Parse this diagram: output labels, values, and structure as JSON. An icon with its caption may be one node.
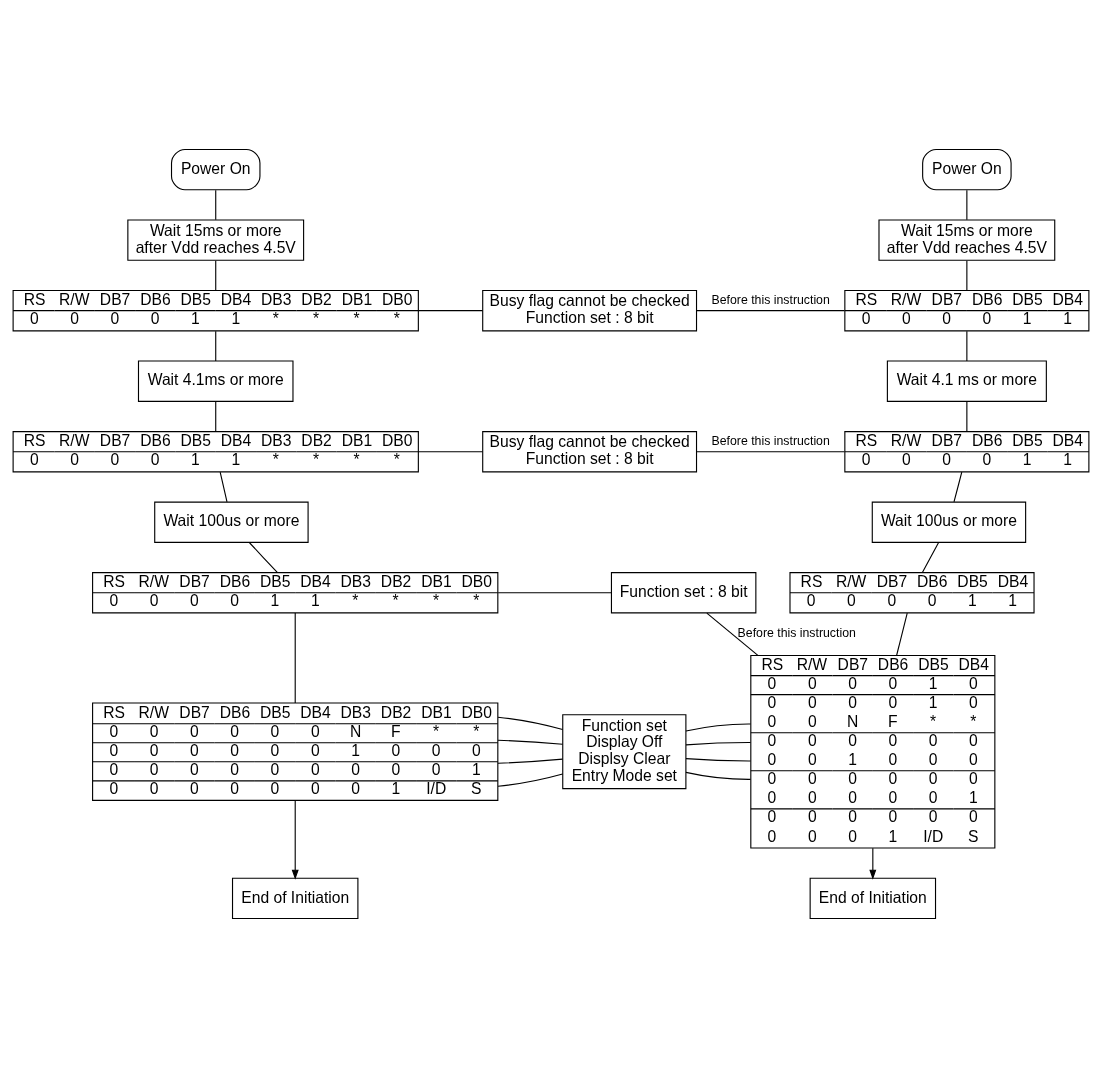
{
  "diagram": {
    "nodes": [
      {
        "text": [
          "Power On"
        ]
      },
      {
        "text": [
          "Wait 15ms or more",
          "after Vdd reaches 4.5V"
        ]
      },
      {
        "text": [
          "RS",
          "R/W",
          "DB7",
          "DB6",
          "DB5",
          "DB4",
          "DB3",
          "DB2",
          "DB1",
          "DB0",
          "0",
          "0",
          "0",
          "0",
          "1",
          "1",
          "*",
          "*",
          "*",
          "*"
        ]
      },
      {
        "text": [
          "Wait 4.1ms or more"
        ]
      },
      {
        "text": [
          "RS",
          "R/W",
          "DB7",
          "DB6",
          "DB5",
          "DB4",
          "DB3",
          "DB2",
          "DB1",
          "DB0",
          "0",
          "0",
          "0",
          "0",
          "1",
          "1",
          "*",
          "*",
          "*",
          "*"
        ]
      },
      {
        "text": [
          "Wait 100us or more"
        ]
      },
      {
        "text": [
          "RS",
          "R/W",
          "DB7",
          "DB6",
          "DB5",
          "DB4",
          "DB3",
          "DB2",
          "DB1",
          "DB0",
          "0",
          "0",
          "0",
          "0",
          "1",
          "1",
          "*",
          "*",
          "*",
          "*"
        ]
      },
      {
        "text": [
          "RS",
          "R/W",
          "DB7",
          "DB6",
          "DB5",
          "DB4",
          "DB3",
          "DB2",
          "DB1",
          "DB0",
          "0",
          "0",
          "0",
          "0",
          "0",
          "0",
          "N",
          "F",
          "*",
          "*",
          "0",
          "0",
          "0",
          "0",
          "0",
          "0",
          "1",
          "0",
          "0",
          "0",
          "0",
          "0",
          "0",
          "0",
          "0",
          "0",
          "0",
          "0",
          "0",
          "1",
          "0",
          "0",
          "0",
          "0",
          "0",
          "0",
          "0",
          "1",
          "I/D",
          "S"
        ]
      },
      {
        "text": [
          "End of Initiation"
        ]
      },
      {
        "text": [
          "Power On"
        ]
      },
      {
        "text": [
          "Wait 15ms or more",
          "after Vdd reaches 4.5V"
        ]
      },
      {
        "text": [
          "RS",
          "R/W",
          "DB7",
          "DB6",
          "DB5",
          "DB4",
          "0",
          "0",
          "0",
          "0",
          "1",
          "1"
        ]
      },
      {
        "text": [
          "Wait 4.1 ms or more"
        ]
      },
      {
        "text": [
          "RS",
          "R/W",
          "DB7",
          "DB6",
          "DB5",
          "DB4",
          "0",
          "0",
          "0",
          "0",
          "1",
          "1"
        ]
      },
      {
        "text": [
          "Wait 100us or more"
        ]
      },
      {
        "text": [
          "RS",
          "R/W",
          "DB7",
          "DB6",
          "DB5",
          "DB4",
          "0",
          "0",
          "0",
          "0",
          "1",
          "1"
        ]
      },
      {
        "text": [
          "RS",
          "R/W",
          "DB7",
          "DB6",
          "DB5",
          "DB4",
          "0",
          "0",
          "0",
          "0",
          "1",
          "0",
          "0",
          "0",
          "0",
          "0",
          "1",
          "0",
          "0",
          "0",
          "N",
          "F",
          "*",
          "*",
          "0",
          "0",
          "0",
          "0",
          "0",
          "0",
          "0",
          "0",
          "1",
          "0",
          "0",
          "0",
          "0",
          "0",
          "0",
          "0",
          "0",
          "0",
          "0",
          "0",
          "0",
          "0",
          "0",
          "1",
          "0",
          "0",
          "0",
          "0",
          "0",
          "0",
          "0",
          "0",
          "0",
          "1",
          "I/D",
          "S"
        ]
      },
      {
        "text": [
          "End of Initiation"
        ]
      },
      {
        "text": [
          "Busy flag cannot be checked",
          "Function set : 8 bit"
        ]
      },
      {
        "text": [
          "Busy flag cannot be checked",
          "Function set : 8 bit"
        ]
      },
      {
        "text": [
          "Function set : 8 bit"
        ]
      },
      {
        "text": [
          "Function set",
          "Display Off",
          "Displsy Clear",
          "Entry Mode set"
        ]
      }
    ],
    "edges": [
      {
        "from": 0,
        "to": 1,
        "arrow": "none"
      },
      {
        "from": 1,
        "to": 2,
        "arrow": "none"
      },
      {
        "from": 2,
        "to": 3,
        "arrow": "none"
      },
      {
        "from": 3,
        "to": 4,
        "arrow": "none"
      },
      {
        "from": 4,
        "to": 5,
        "arrow": "none"
      },
      {
        "from": 5,
        "to": 6,
        "arrow": "none"
      },
      {
        "from": 6,
        "to": 7,
        "arrow": "none"
      },
      {
        "from": 7,
        "to": 8,
        "arrow": "to"
      },
      {
        "from": 9,
        "to": 10,
        "arrow": "none"
      },
      {
        "from": 10,
        "to": 11,
        "arrow": "none"
      },
      {
        "from": 11,
        "to": 12,
        "arrow": "none"
      },
      {
        "from": 12,
        "to": 13,
        "arrow": "none"
      },
      {
        "from": 13,
        "to": 14,
        "arrow": "none"
      },
      {
        "from": 14,
        "to": 15,
        "arrow": "none"
      },
      {
        "from": 15,
        "to": 16,
        "arrow": "none"
      },
      {
        "from": 16,
        "to": 17,
        "arrow": "to"
      },
      {
        "from": 2,
        "to": 18,
        "arrow": "none"
      },
      {
        "from": 18,
        "to": 11,
        "arrow": "none",
        "label": "Before this instruction"
      },
      {
        "from": 4,
        "to": 19,
        "arrow": "none"
      },
      {
        "from": 19,
        "to": 13,
        "arrow": "none",
        "label": "Before this instruction"
      },
      {
        "from": 6,
        "to": 20,
        "arrow": "none"
      },
      {
        "from": 20,
        "to": 16,
        "arrow": "none",
        "label": "Before this instruction"
      },
      {
        "from": 7,
        "to": 21,
        "arrow": "none"
      },
      {
        "from": 7,
        "to": 21,
        "arrow": "none"
      },
      {
        "from": 7,
        "to": 21,
        "arrow": "none"
      },
      {
        "from": 7,
        "to": 21,
        "arrow": "none"
      },
      {
        "from": 21,
        "to": 16,
        "arrow": "none"
      },
      {
        "from": 21,
        "to": 16,
        "arrow": "none"
      },
      {
        "from": 21,
        "to": 16,
        "arrow": "none"
      },
      {
        "from": 21,
        "to": 16,
        "arrow": "none"
      }
    ]
  }
}
